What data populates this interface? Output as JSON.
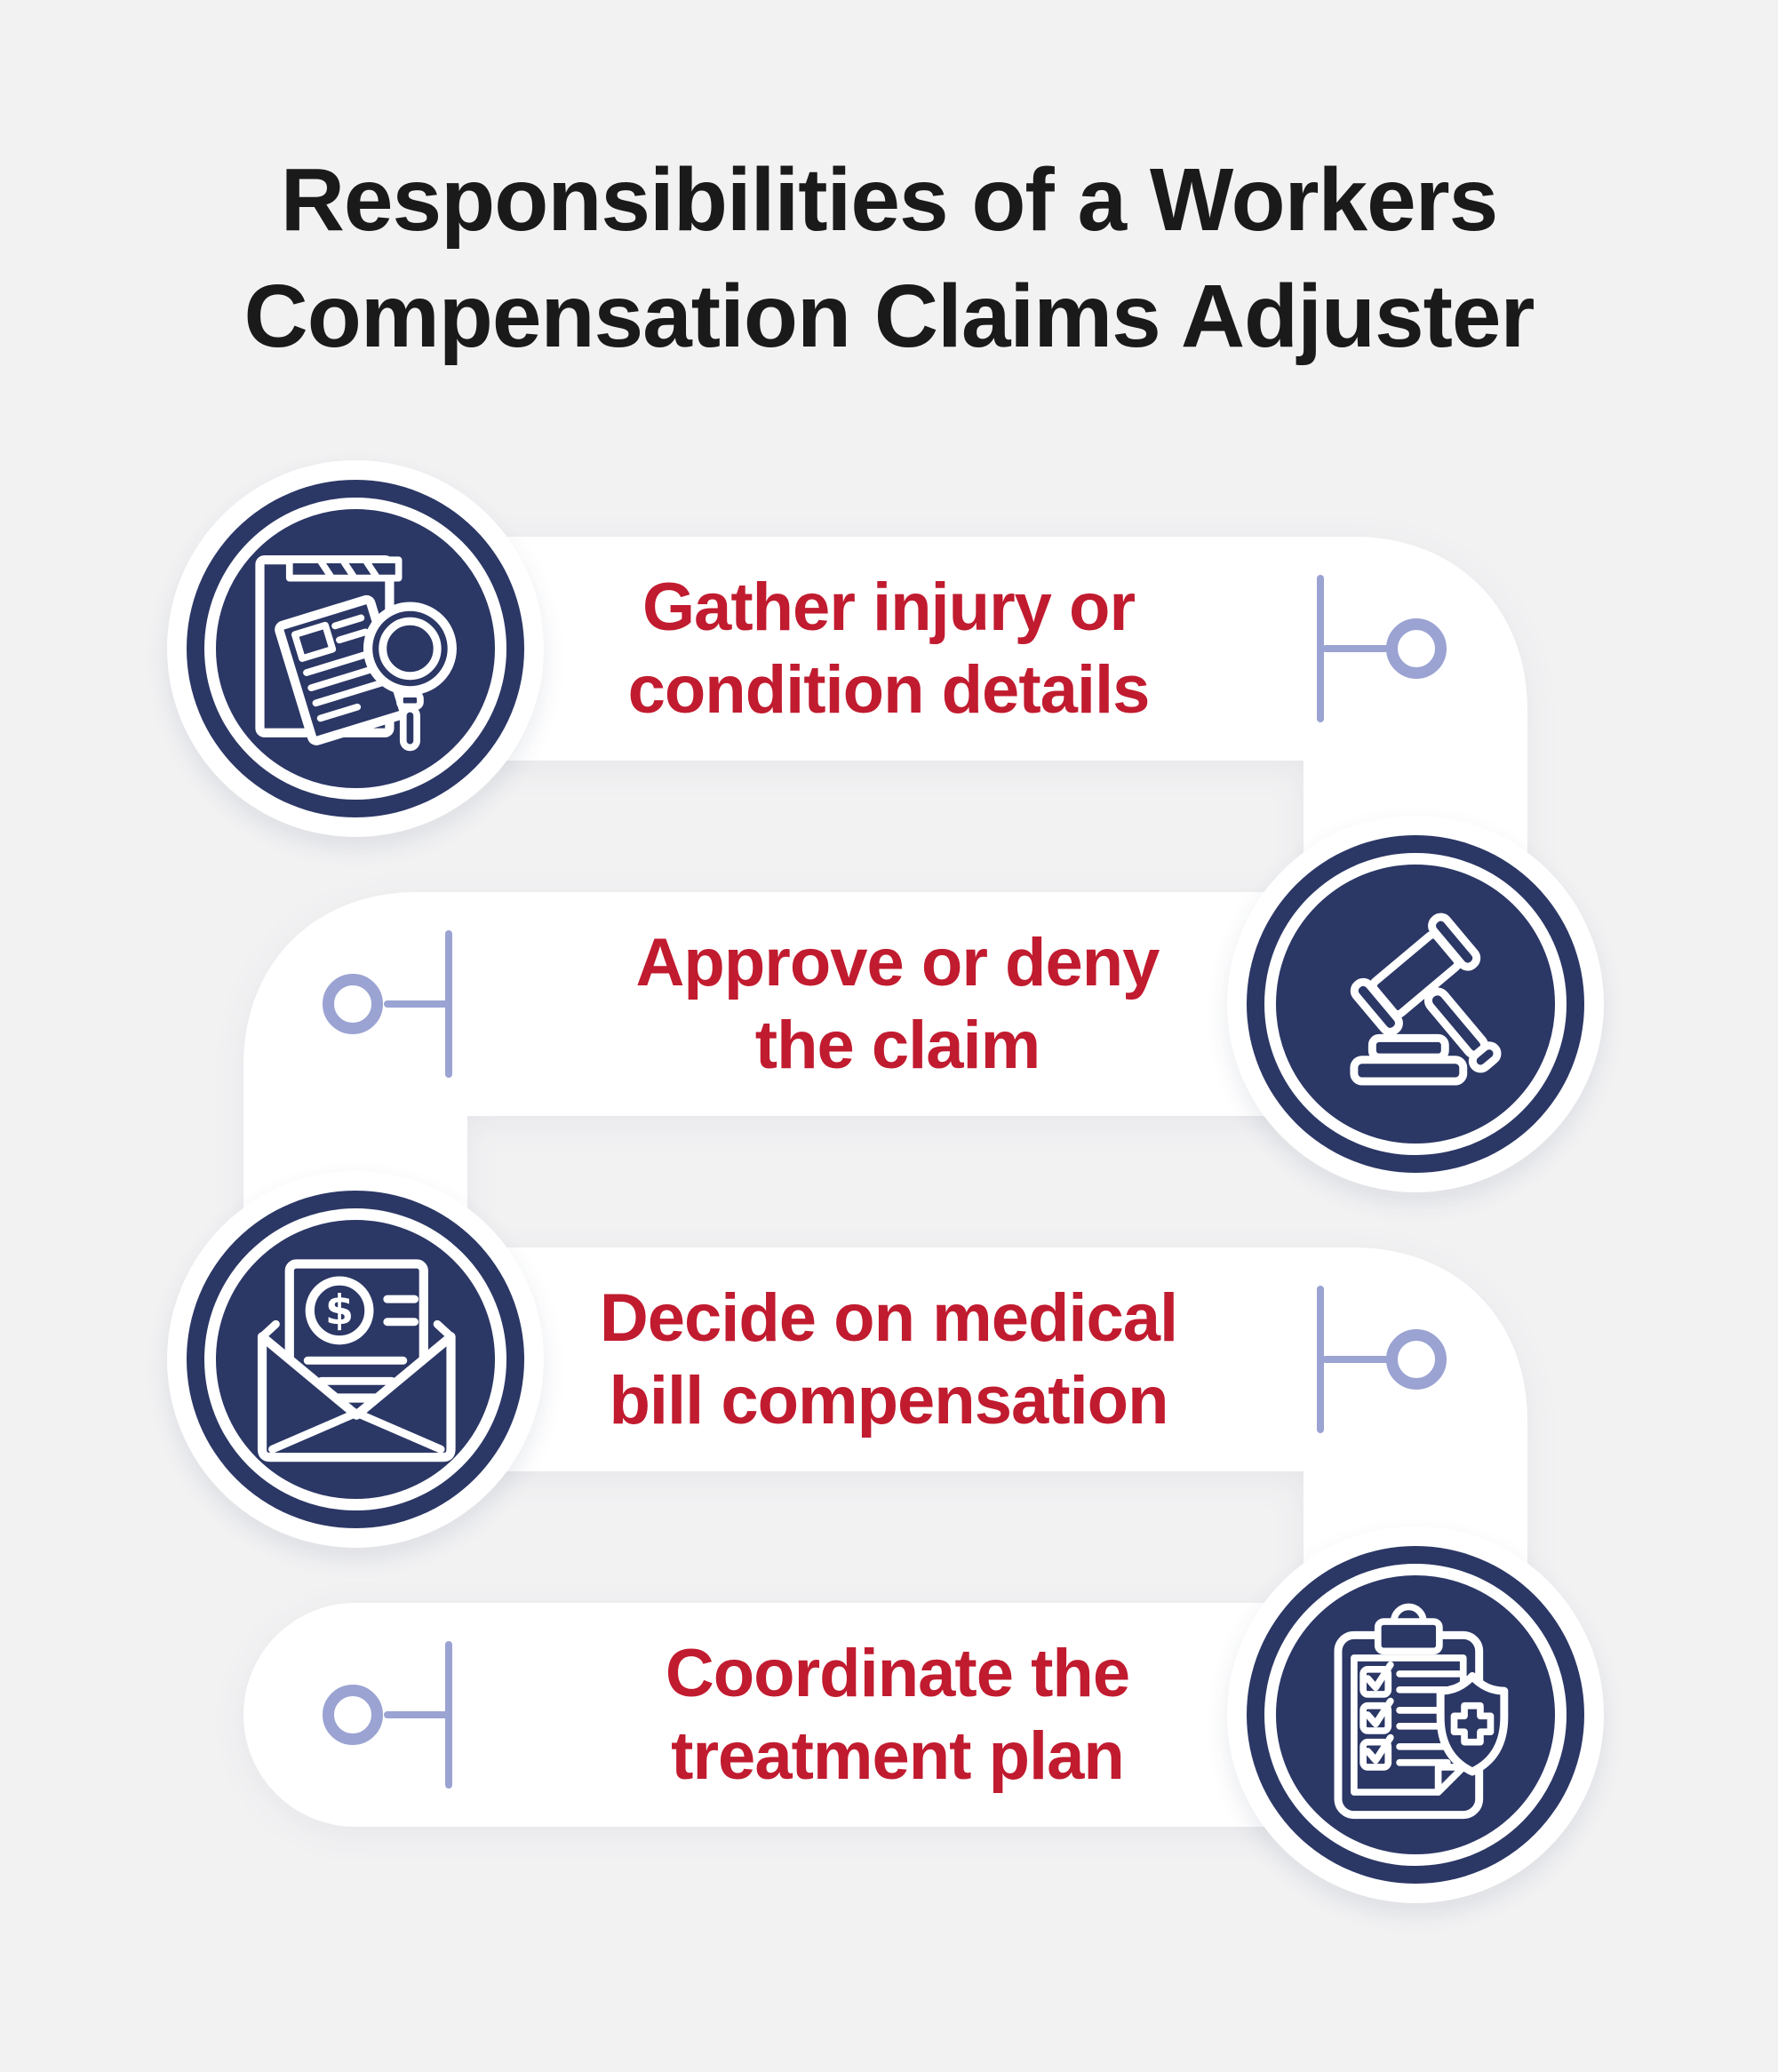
{
  "title": {
    "line1": "Responsibilities of a Workers",
    "line2": "Compensation Claims Adjuster"
  },
  "steps": [
    {
      "label_line1": "Gather injury or",
      "label_line2": "condition details",
      "icon": "document-magnifier-icon",
      "icon_side": "left"
    },
    {
      "label_line1": "Approve or deny",
      "label_line2": "the claim",
      "icon": "gavel-icon",
      "icon_side": "right"
    },
    {
      "label_line1": "Decide on medical",
      "label_line2": "bill compensation",
      "icon": "envelope-dollar-icon",
      "icon_side": "left"
    },
    {
      "label_line1": "Coordinate the",
      "label_line2": "treatment plan",
      "icon": "clipboard-medical-icon",
      "icon_side": "right"
    }
  ],
  "colors": {
    "background": "#f2f2f3",
    "band": "#ffffff",
    "icon_navy": "#2b3765",
    "label_red": "#c11b2f",
    "connector_periwinkle": "#9aa3d2",
    "title_text": "#1a1a1a"
  }
}
